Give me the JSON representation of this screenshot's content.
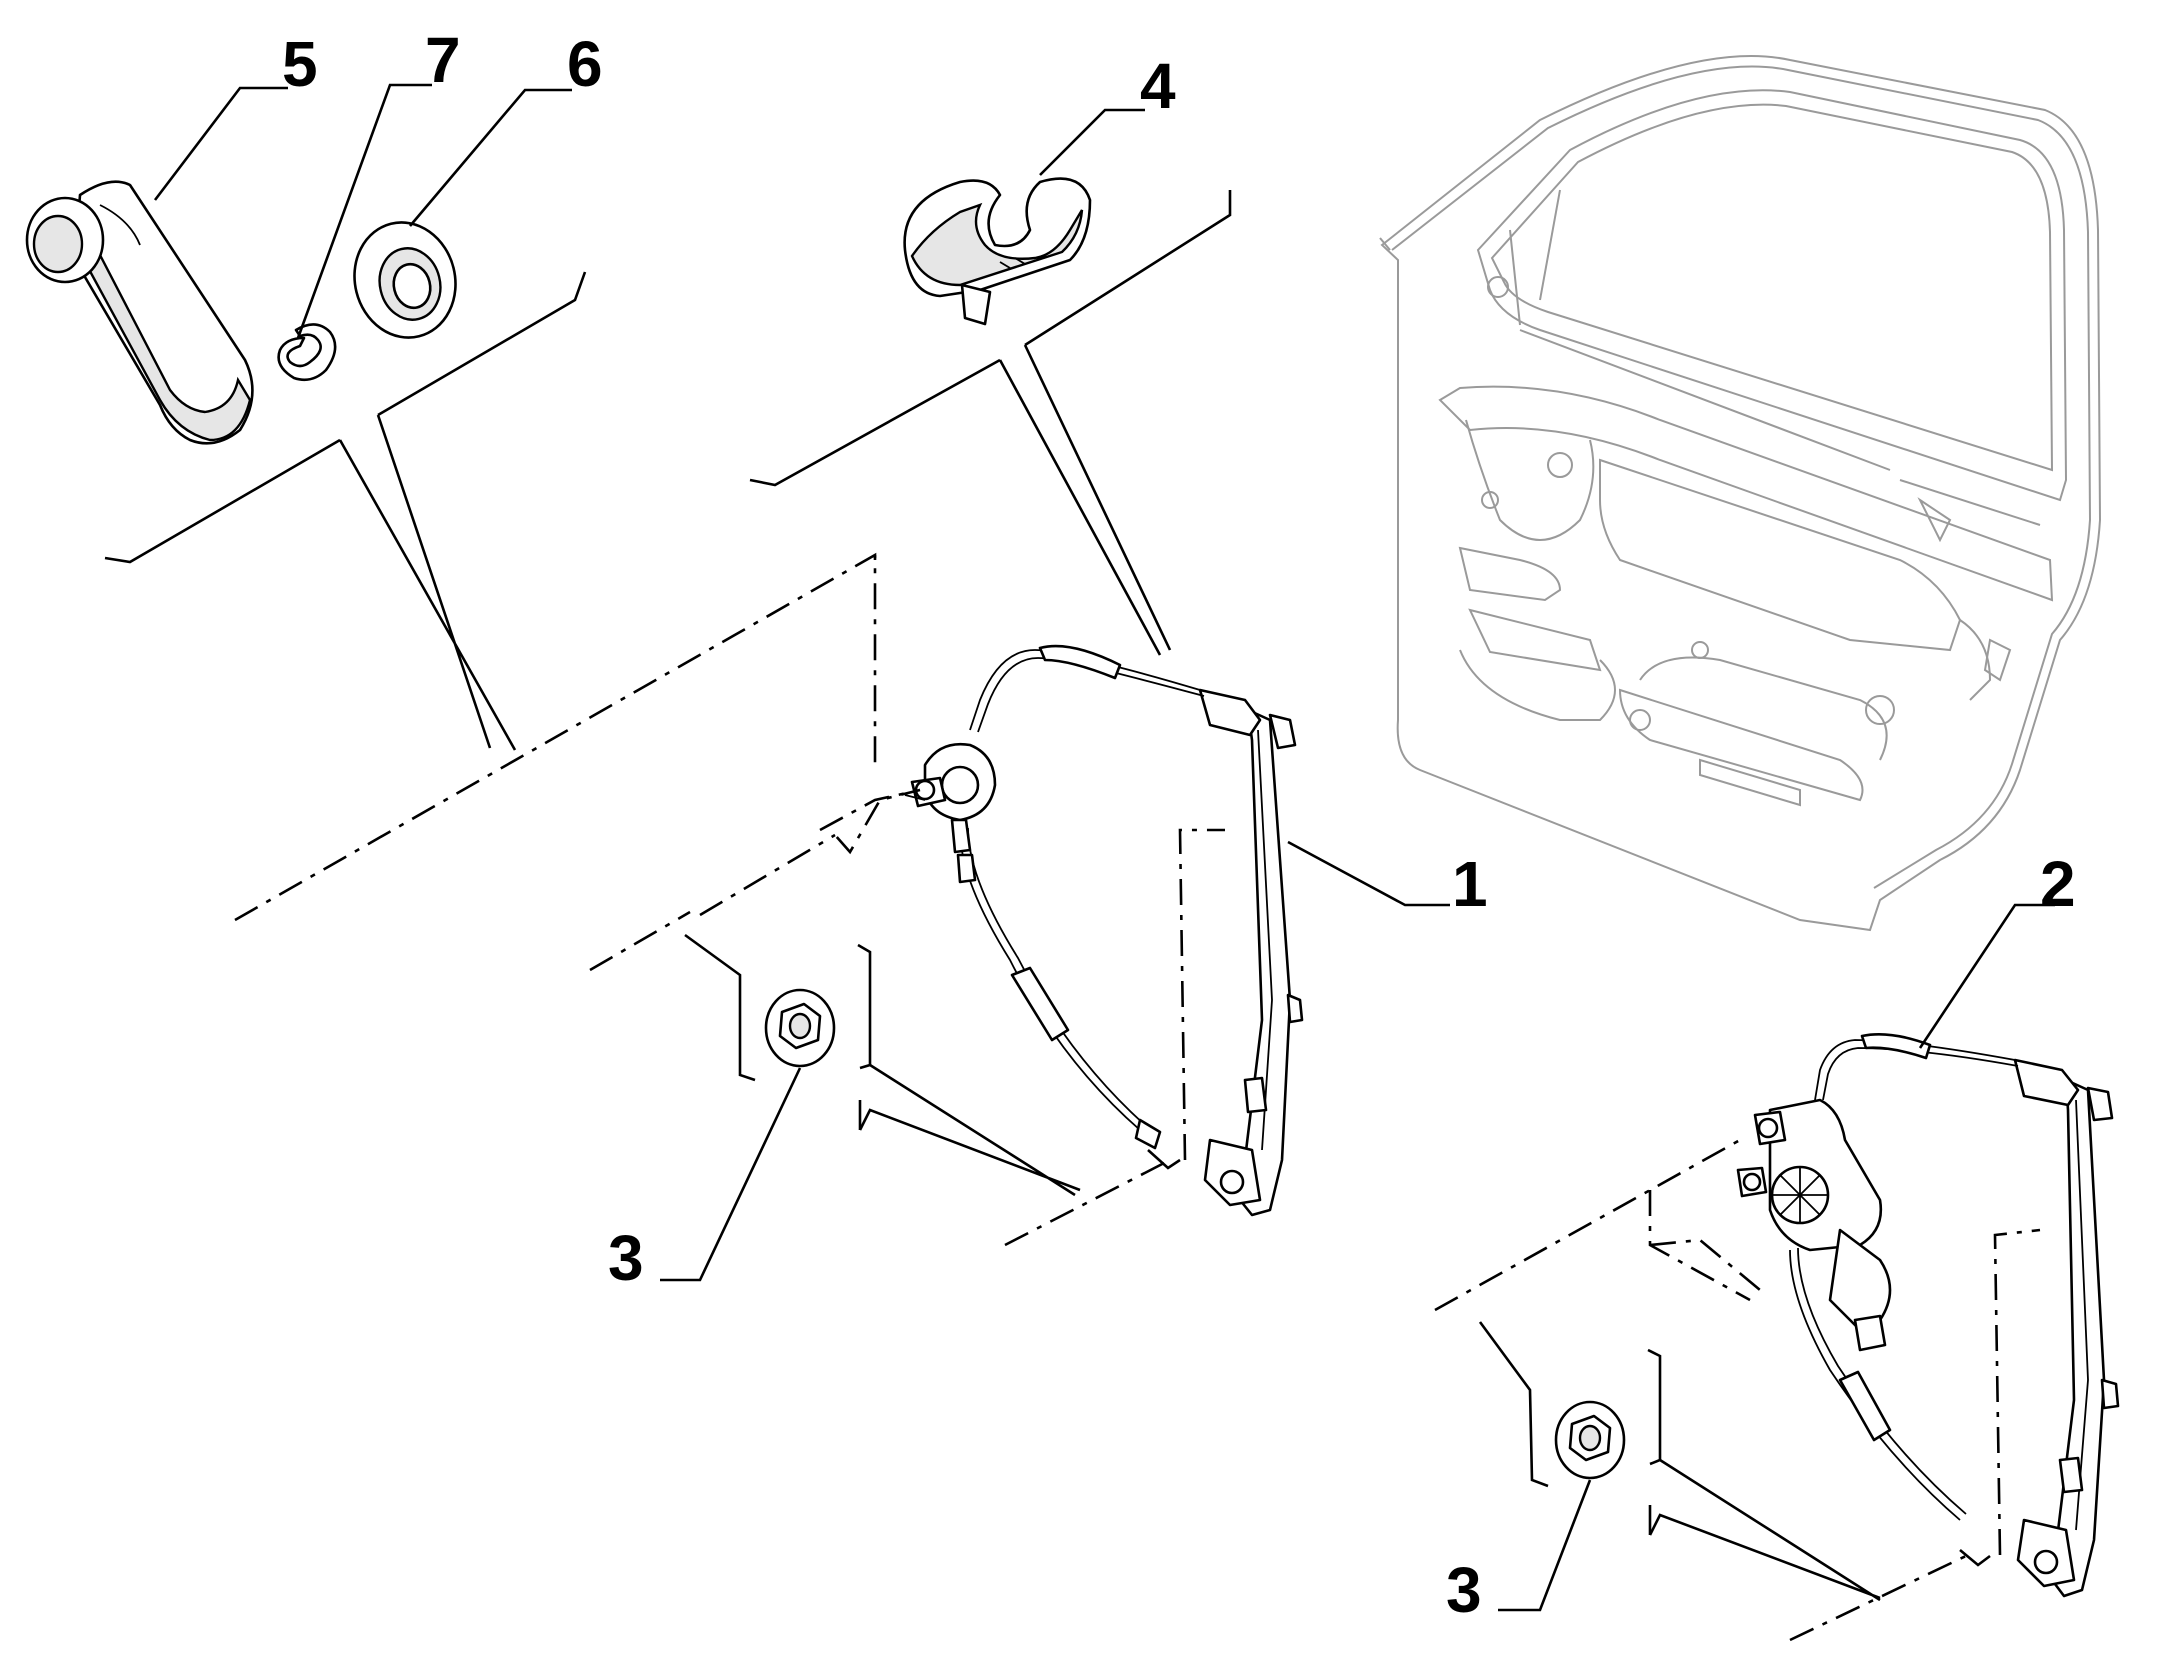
{
  "callouts": [
    {
      "id": "1",
      "label": "1"
    },
    {
      "id": "2",
      "label": "2"
    },
    {
      "id": "3a",
      "label": "3"
    },
    {
      "id": "3b",
      "label": "3"
    },
    {
      "id": "4",
      "label": "4"
    },
    {
      "id": "5",
      "label": "5"
    },
    {
      "id": "6",
      "label": "6"
    },
    {
      "id": "7",
      "label": "7"
    }
  ],
  "parts": {
    "1": "manual-window-regulator",
    "2": "electric-window-regulator",
    "3": "flange-nut",
    "4": "handle-spacer",
    "5": "window-crank-handle",
    "6": "escutcheon-ring",
    "7": "retaining-clip"
  },
  "colors": {
    "ink": "#000000",
    "door": "#9a9a9a",
    "shade": "#e6e6e6"
  }
}
